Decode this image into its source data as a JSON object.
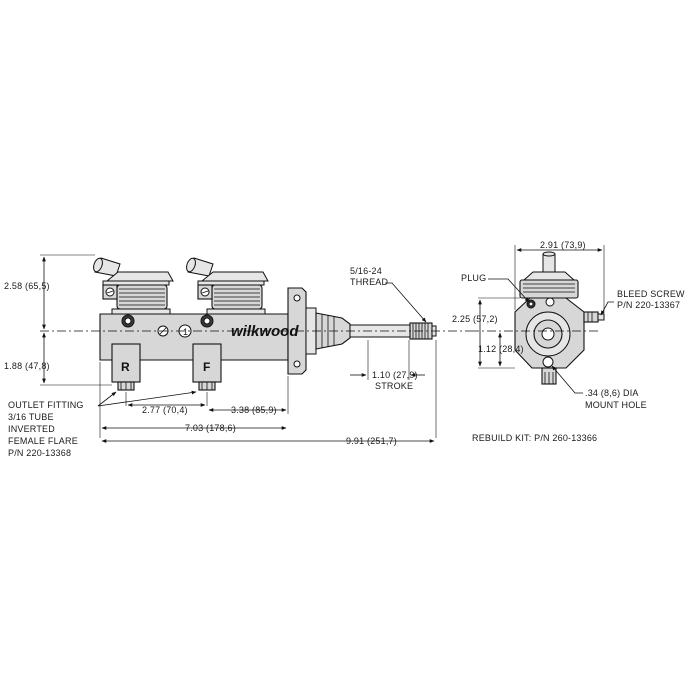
{
  "brand": "wilkwood",
  "reservoir_marks": {
    "rear": "R",
    "front": "F"
  },
  "port_number": "1",
  "dimensions": {
    "height_upper": "2.58 (65,5)",
    "height_lower": "1.88 (47,8)",
    "outlet_spacing": "2.77 (70,4)",
    "front_to_flange": "3.38 (85,9)",
    "body_length": "7.03 (178,6)",
    "overall_length": "9.91 (251,7)",
    "stroke_value": "1.10 (27,9)",
    "stroke_word": "STROKE",
    "side_width": "2.91 (73,9)",
    "side_height": "2.25 (57,2)",
    "side_center": "1.12 (28,4)"
  },
  "callouts": {
    "thread_line1": "5/16-24",
    "thread_line2": "THREAD",
    "plug": "PLUG",
    "bleed_line1": "BLEED SCREW",
    "bleed_line2": "P/N 220-13367",
    "mount_line1": ".34 (8,6) DIA",
    "mount_line2": "MOUNT HOLE",
    "outlet_line1": "OUTLET FITTING",
    "outlet_line2": "3/16 TUBE",
    "outlet_line3": "INVERTED",
    "outlet_line4": "FEMALE FLARE",
    "outlet_line5": "P/N 220-13368"
  },
  "rebuild_kit": "REBUILD KIT: P/N 260-13366"
}
